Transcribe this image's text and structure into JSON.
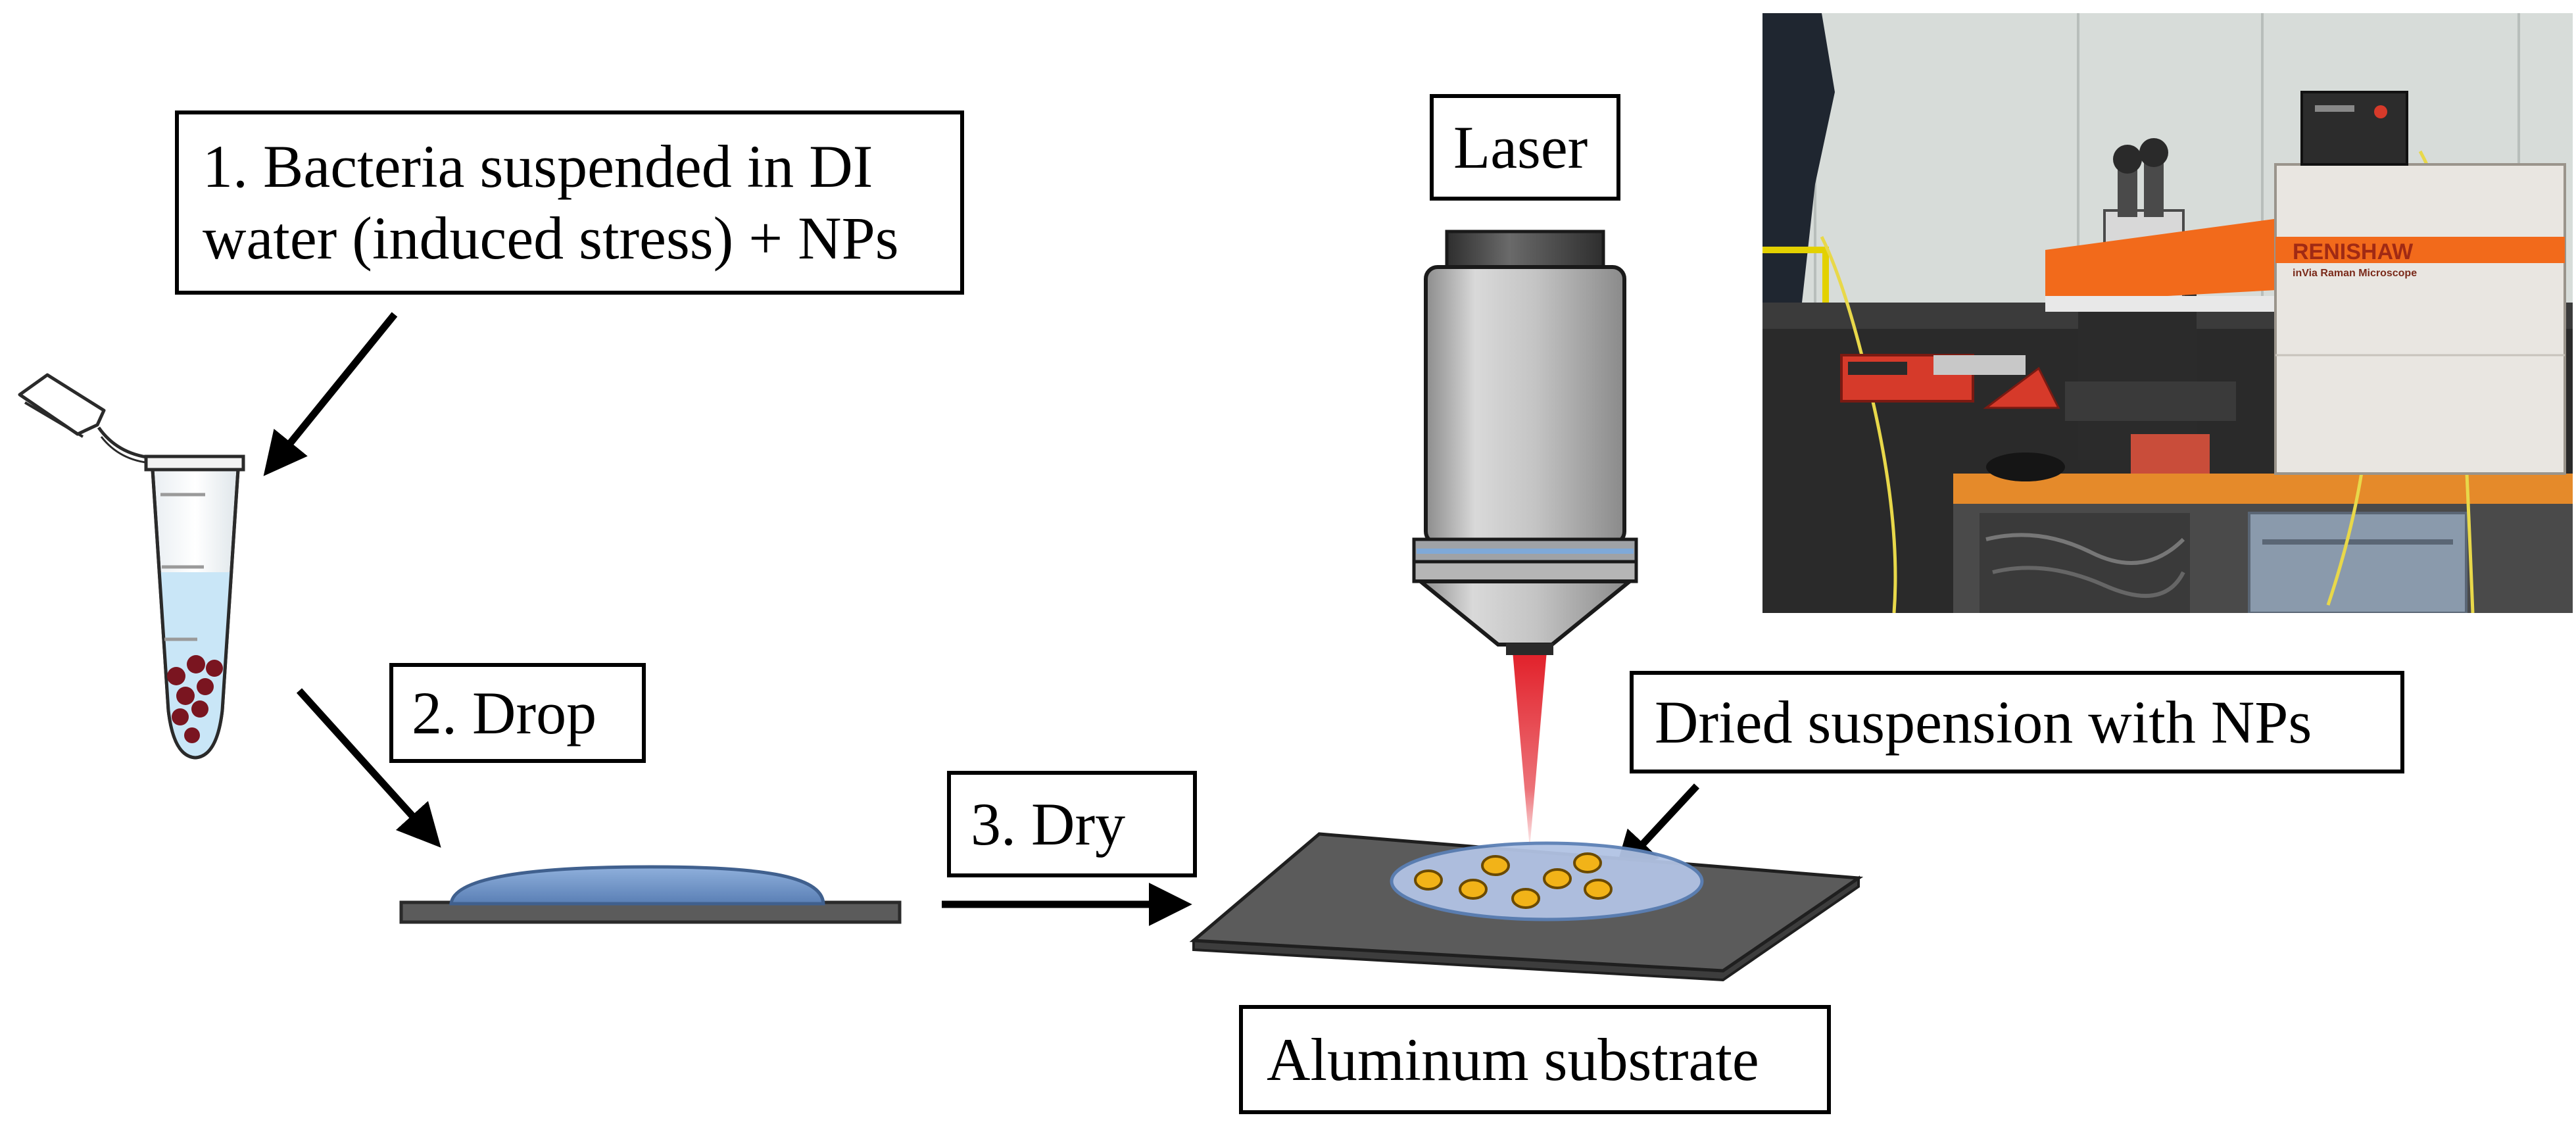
{
  "labels": {
    "step1_line1": "1. Bacteria suspended in DI",
    "step1_line2": "water (induced stress) + NPs",
    "step2": "2. Drop",
    "step3": "3. Dry",
    "laser": "Laser",
    "dried": "Dried suspension with NPs",
    "substrate": "Aluminum substrate"
  },
  "photo": {
    "brand": "RENISHAW",
    "model": "inVia Raman Microscope"
  },
  "colors": {
    "liquid": "#c9e6f7",
    "bacteria": "#7a1520",
    "droplet": "#6f91c4",
    "substrate": "#5b5b5b",
    "nanoparticle": "#f2b318",
    "laser_beam": "#d0101a",
    "objective_body": "#bdbdbd",
    "instrument_orange": "#f26a1b"
  }
}
